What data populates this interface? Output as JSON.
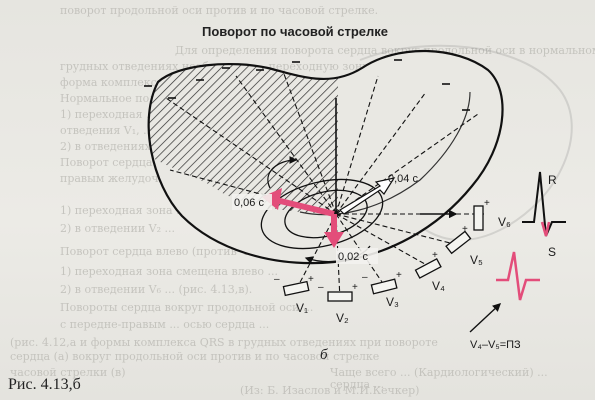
{
  "title": "Поворот по часовой стрелке",
  "figure_caption": "Рис. 4.13,б",
  "panel_letter": "б",
  "times": {
    "t1": "0,06 с",
    "t2": "0,04 с",
    "t3": "0,02 с"
  },
  "leads": [
    "V₁",
    "V₂",
    "V₃",
    "V₄",
    "V₅",
    "V₆"
  ],
  "ecg": {
    "r": "R",
    "s": "S"
  },
  "transition_label": "V₄–V₅=ПЗ",
  "background_lines": [
    "поворот продольной оси против и по часовой стрелке.",
    "Для определения поворота сердца вокруг продольной оси в нормальном",
    "грудных отведениях необходимо ... переходную зону, в которой",
    "форма комплекса QRS в отведениях ...",
    "Нормальное положение:",
    "1) переходная ...",
    "отведения V₁, ...",
    "2) в отведениях ...",
    "Поворот сердца ...",
    "правым желудочком ...",
    "1) переходная зона ...",
    "2) в отведении V₂ ...",
    "Поворот сердца влево (против часовой стрелки):",
    "1) переходная зона смещена влево ...",
    "2) в отведении V₆ ... (рис. 4.13,в).",
    "Повороты сердца вокруг продольной оси ...",
    "с передне-правым ... осью сердца ...",
    "(рис. 4.12,а и формы комплекса QRS в грудных отведениях при повороте",
    "сердца (а) вокруг продольной оси против и по часовой стрелке",
    "часовой стрелки (в)",
    "Чаще всего ... (Кардиологический) ...",
    "сердца ...",
    "(Из: Б. Изаслов и М.И.Кечкер)"
  ]
}
